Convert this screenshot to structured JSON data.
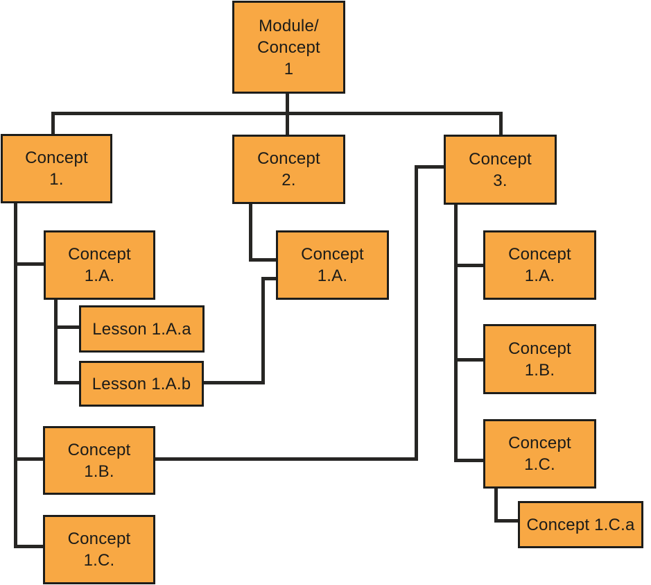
{
  "diagram": {
    "description": "Module concept hierarchy flowchart",
    "colors": {
      "background": "#FFFFFF",
      "node_fill": "#F8A844",
      "node_border": "#1D1D1B",
      "connector": "#272624",
      "text": "#1B1B19"
    },
    "nodes": {
      "module": {
        "lines": [
          "Module/",
          "Concept",
          "1"
        ]
      },
      "concept1": {
        "lines": [
          "Concept",
          "1."
        ]
      },
      "concept2": {
        "lines": [
          "Concept",
          "2."
        ]
      },
      "concept3": {
        "lines": [
          "Concept",
          "3."
        ]
      },
      "concept1a_left": {
        "lines": [
          "Concept",
          "1.A."
        ]
      },
      "lesson1aa": {
        "lines": [
          "Lesson 1.A.a"
        ]
      },
      "lesson1ab": {
        "lines": [
          "Lesson 1.A.b"
        ]
      },
      "concept1a_mid": {
        "lines": [
          "Concept",
          "1.A."
        ]
      },
      "concept1b_left": {
        "lines": [
          "Concept",
          "1.B."
        ]
      },
      "concept1c_left": {
        "lines": [
          "Concept",
          "1.C."
        ]
      },
      "concept1a_right": {
        "lines": [
          "Concept",
          "1.A."
        ]
      },
      "concept1b_right": {
        "lines": [
          "Concept",
          "1.B."
        ]
      },
      "concept1c_right": {
        "lines": [
          "Concept",
          "1.C."
        ]
      },
      "concept1ca": {
        "lines": [
          "Concept 1.C.a"
        ]
      }
    }
  }
}
